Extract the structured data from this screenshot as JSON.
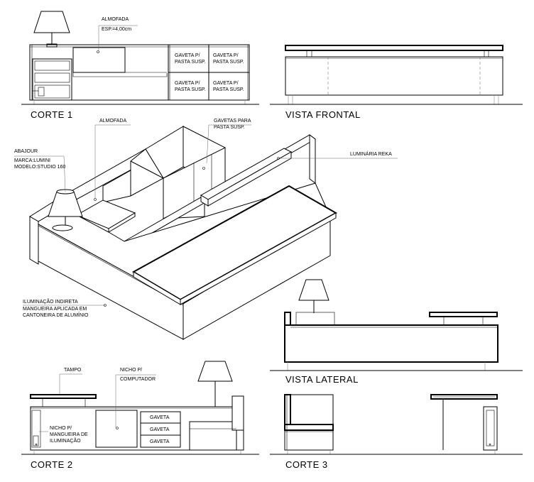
{
  "views": {
    "corte1": {
      "title": "CORTE 1",
      "almofada": "ALMOFADA",
      "espessura": "ESP.=4,00cm",
      "gavetas": [
        "GAVETA P/",
        "PASTA SUSP."
      ]
    },
    "vista_frontal": {
      "title": "VISTA FRONTAL"
    },
    "isometric": {
      "almofada": "ALMOFADA",
      "gavetas_line1": "GAVETAS PARA",
      "gavetas_line2": "PASTA SUSP.",
      "abajour_line1": "ABAJOUR",
      "abajour_line2": "MARCA:LUMINI",
      "abajour_line3": "MODELO:STUDIO 160",
      "luminaria": "LUMINÁRIA REKA",
      "iluminacao_line1": "ILUMINAÇÃO INDIRETA",
      "iluminacao_line2": "MANGUEIRA APLICADA EM",
      "iluminacao_line3": "CANTONEIRA DE ALUMÍNIO"
    },
    "vista_lateral": {
      "title": "VISTA LATERAL"
    },
    "corte2": {
      "title": "CORTE 2",
      "tampo": "TAMPO",
      "nicho_comp_line1": "NICHO P/",
      "nicho_comp_line2": "COMPUTADOR",
      "gaveta": "GAVETA",
      "nicho_mang_line1": "NICHO P/",
      "nicho_mang_line2": "MANGUEIRA DE",
      "nicho_mang_line3": "ILUMINAÇÃO"
    },
    "corte3": {
      "title": "CORTE 3"
    }
  }
}
